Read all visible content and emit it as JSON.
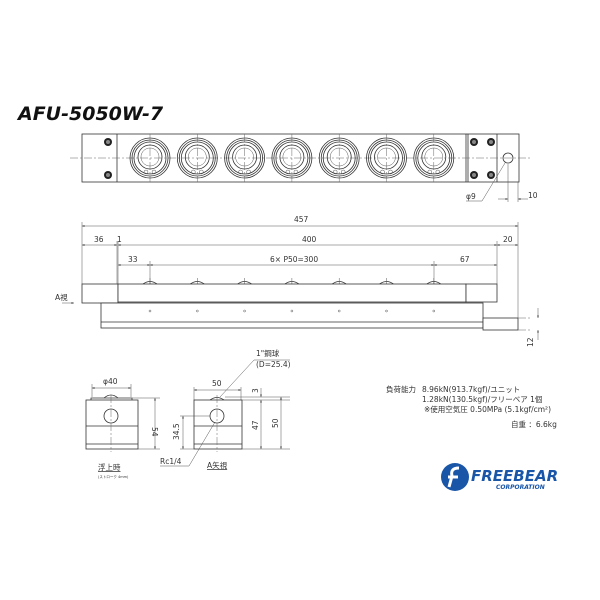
{
  "title": "AFU-5050W-7",
  "top_view": {
    "hole_label": "φ9",
    "dim_10": "10"
  },
  "front_view": {
    "dim_total": "457",
    "dim_left": "36",
    "dim_gap": "1",
    "dim_body": "400",
    "dim_right": "20",
    "dim_first": "33",
    "dim_pitch": "6× P50=300",
    "dim_last": "67",
    "dim_height": "12",
    "view_arrow": "A視"
  },
  "side_floating": {
    "dim_dia": "φ40",
    "dim_height": "54",
    "label": "浮上時",
    "sublabel": "(ストローク 4mm)"
  },
  "side_a": {
    "ball_label": "1\"鋼球",
    "ball_dia": "(D=25.4)",
    "dim_width": "50",
    "dim_3": "3",
    "dim_47": "47",
    "dim_50": "50",
    "dim_345": "34.5",
    "port": "Rc1/4",
    "label": "A矢視"
  },
  "specs": {
    "load_label": "負荷能力",
    "load_unit": "8.96kN(913.7kgf)/ユニット",
    "load_each": "1.28kN(130.5kgf)/フリーベア 1個",
    "air": "※使用空気圧 0.50MPa (5.1kgf/cm²)",
    "weight": "自重 ：6.6kg"
  },
  "logo": {
    "name": "FREEBEAR",
    "sub": "CORPORATION",
    "color": "#1a56a8"
  },
  "bearing_count": 7
}
